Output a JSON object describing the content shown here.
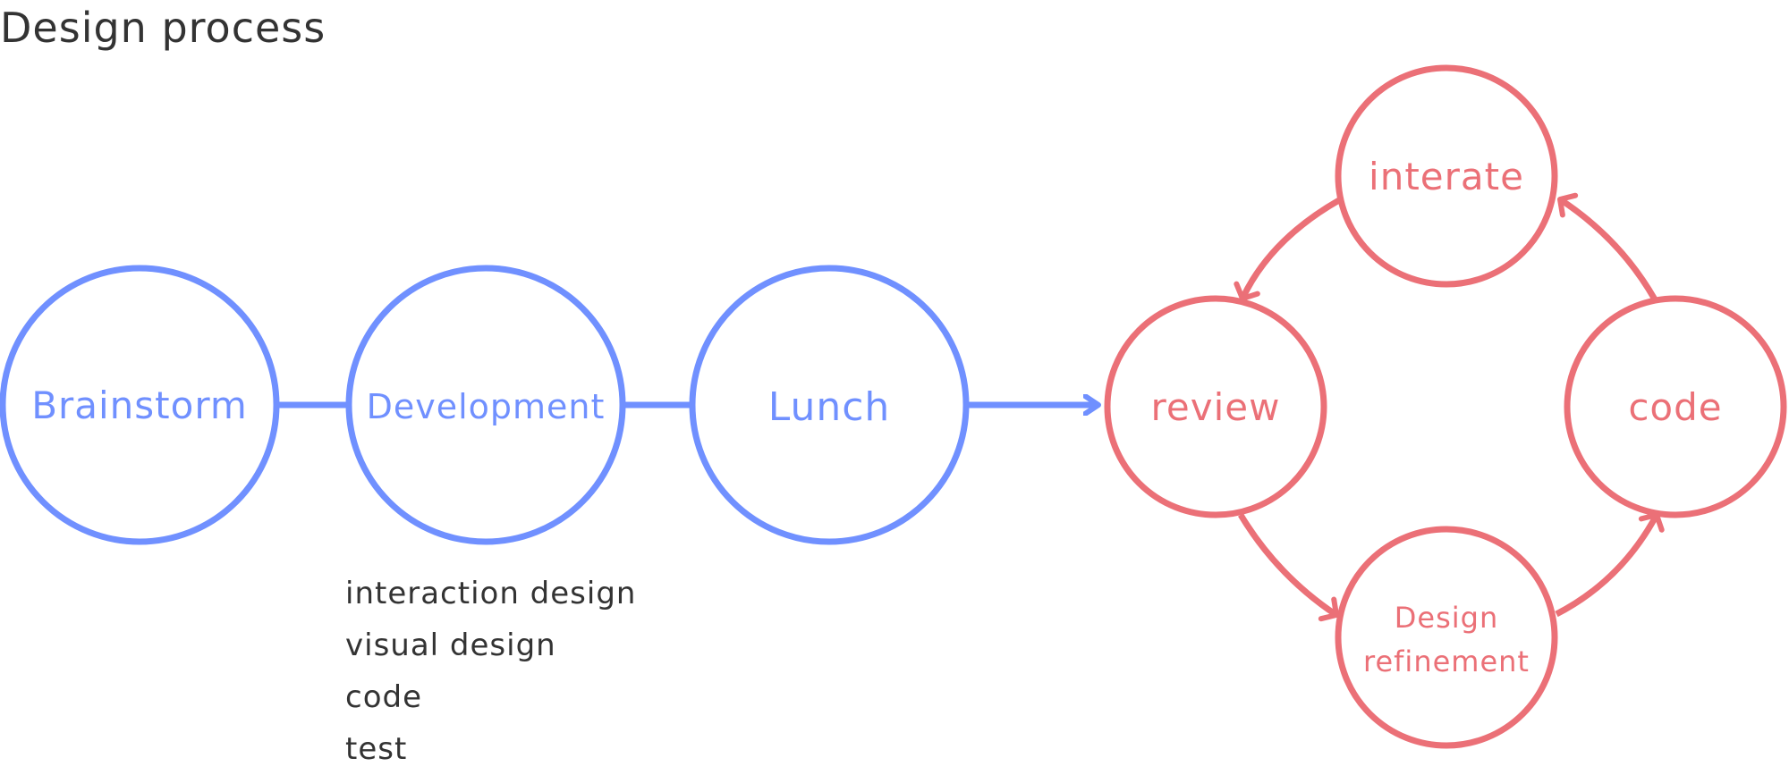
{
  "title": "Design process",
  "colors": {
    "blue": "#7090FF",
    "red": "#EB7077",
    "text": "#333333"
  },
  "linear_stages": [
    {
      "label": "Brainstorm"
    },
    {
      "label": "Development"
    },
    {
      "label": "Lunch"
    }
  ],
  "development_notes": [
    "interaction design",
    "visual design",
    "code",
    "test"
  ],
  "cycle_stages": {
    "review": "review",
    "interate": "interate",
    "code": "code",
    "refinement_line1": "Design",
    "refinement_line2": "refinement"
  }
}
